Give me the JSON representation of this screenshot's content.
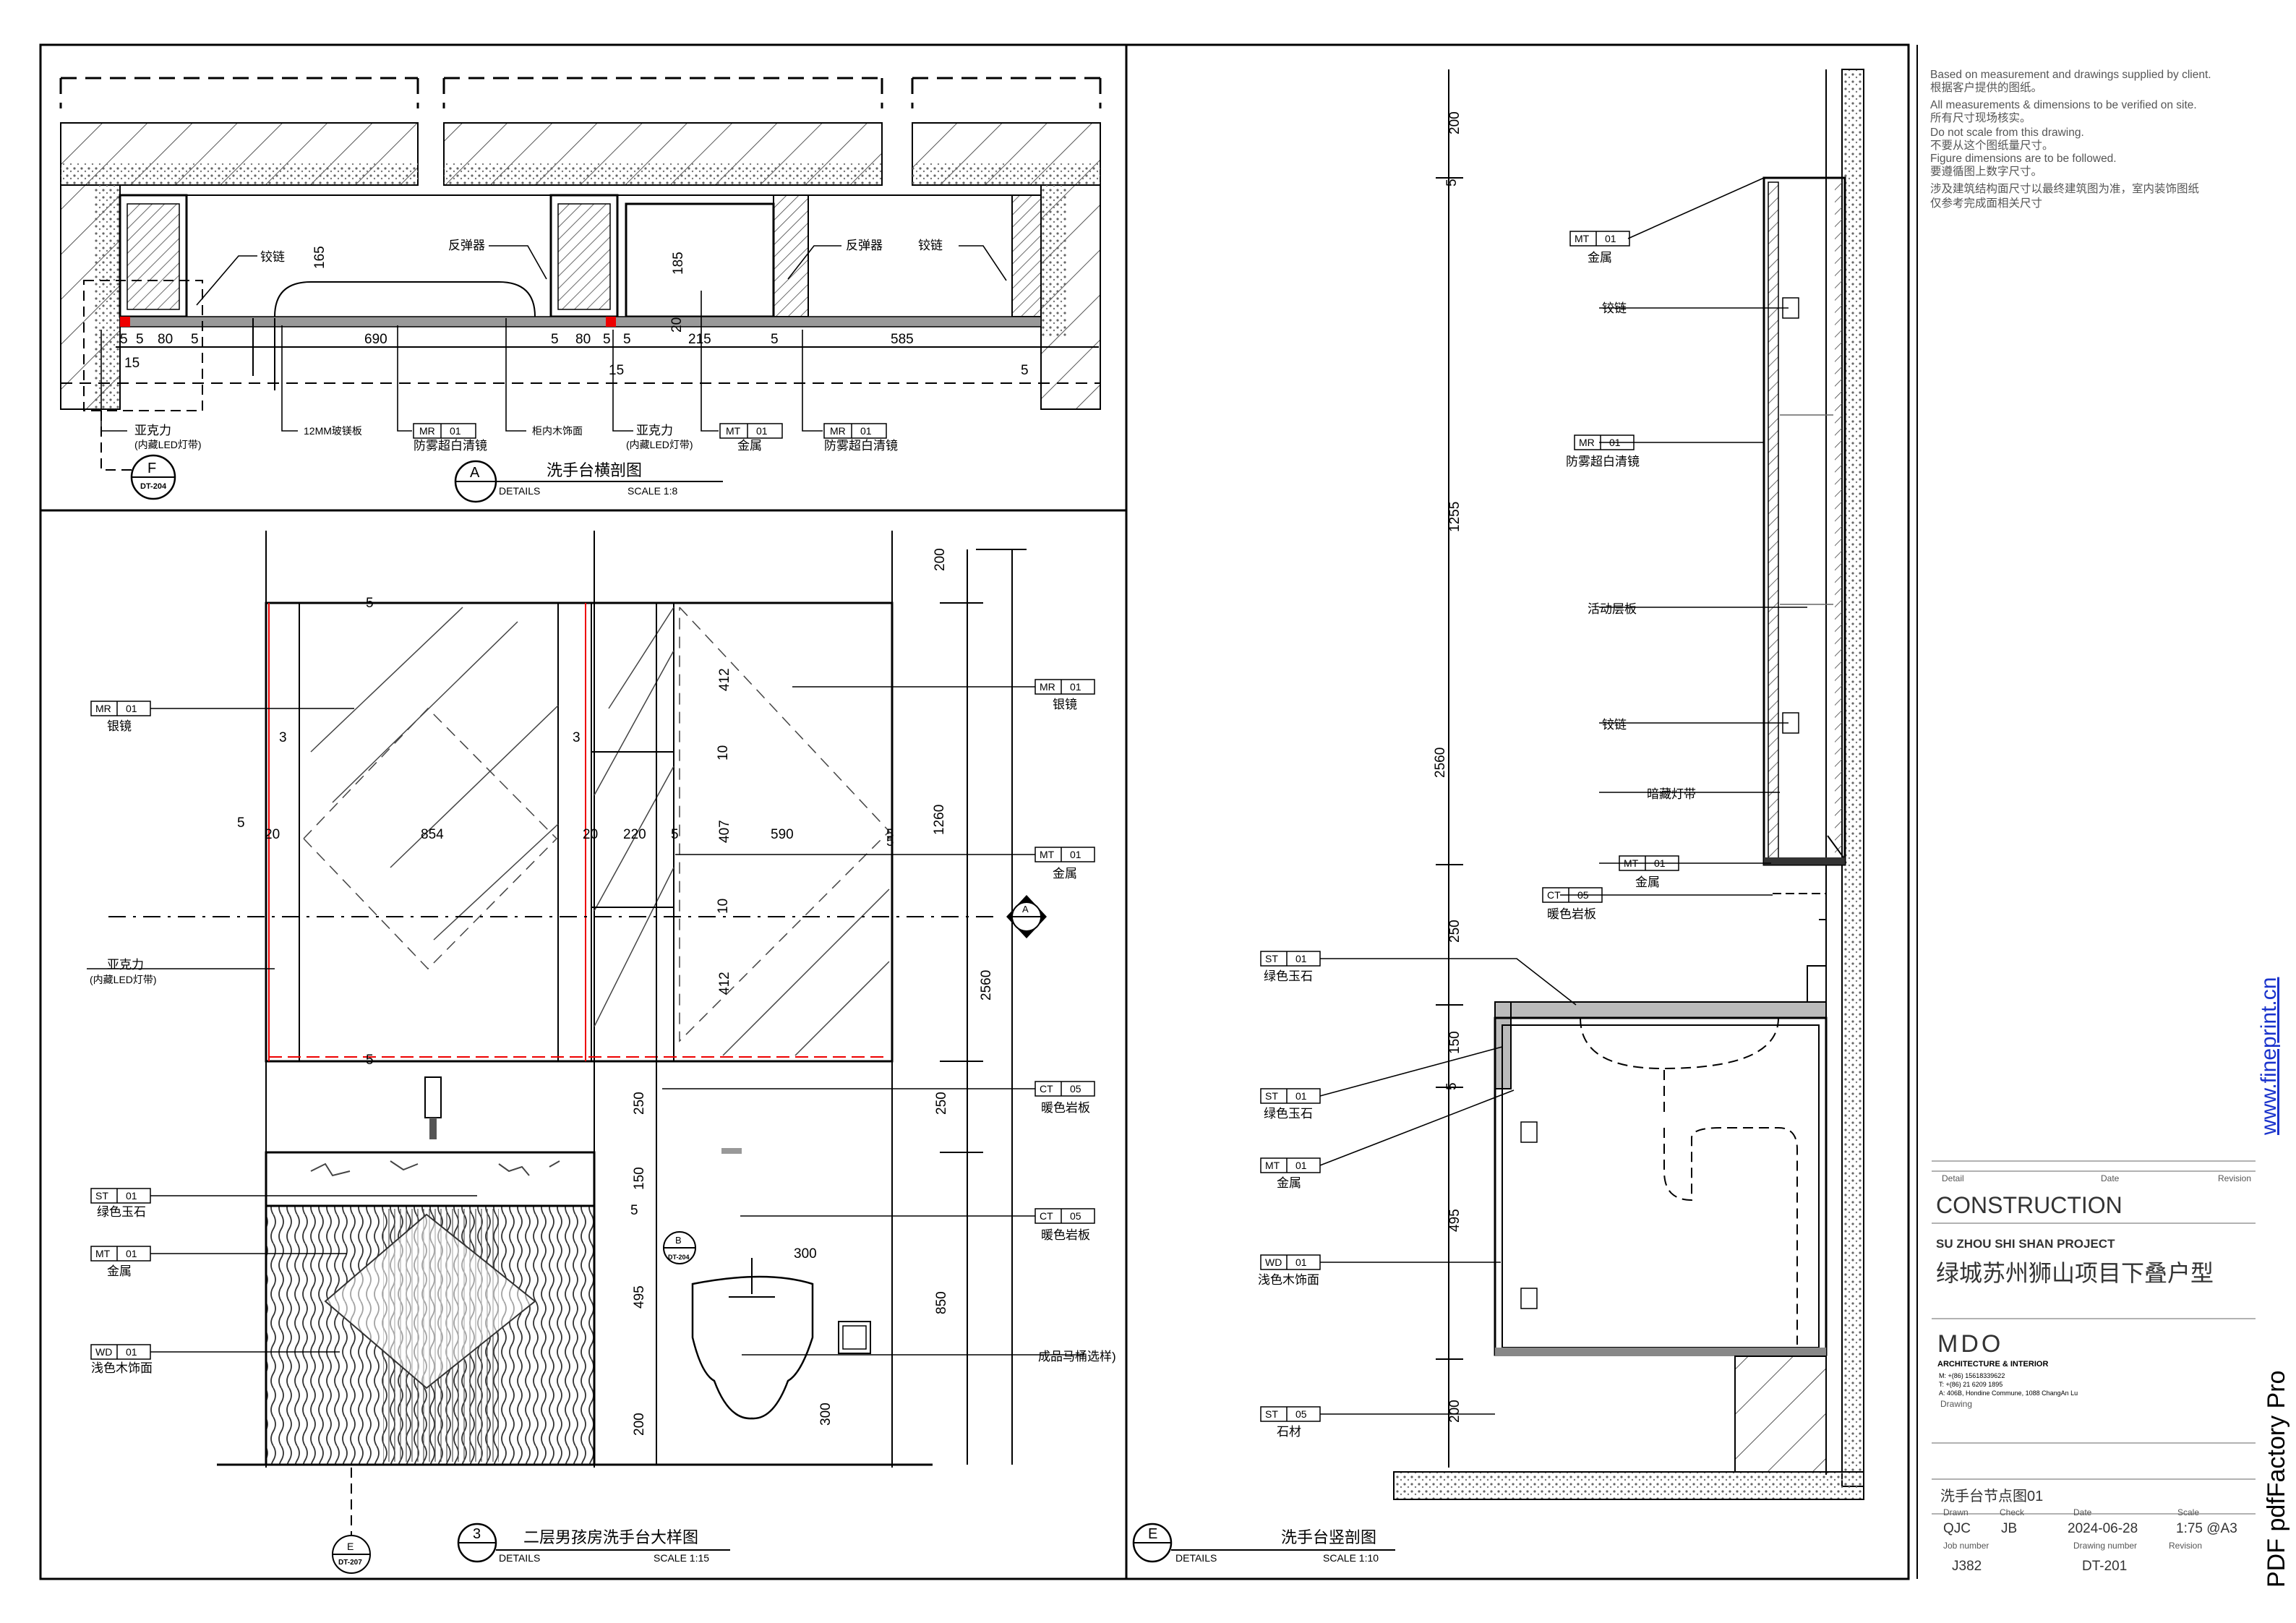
{
  "notes": [
    "Based on measurement and drawings supplied by client.",
    "根据客户提供的图纸。",
    "All measurements & dimensions to be verified on site.",
    "所有尺寸现场核实。",
    "Do not scale from this drawing.",
    "不要从这个图纸量尺寸。",
    "Figure dimensions are to be followed.",
    "要遵循图上数字尺寸。",
    "涉及建筑结构面尺寸以最终建筑图为准，室内装饰图纸",
    "仅参考完成面相关尺寸"
  ],
  "views": {
    "A": {
      "number": "A",
      "title": "洗手台横剖图",
      "sub": "DETAILS",
      "scale": "SCALE  1:8",
      "dims": [
        "5",
        "5",
        "80",
        "5",
        "15",
        "690",
        "5",
        "80",
        "5",
        "5",
        "20",
        "215",
        "5",
        "585",
        "5",
        "165",
        "185",
        "15"
      ],
      "labels": [
        "铰链",
        "反弹器",
        "反弹器",
        "铰链",
        "亚克力",
        "(内藏LED灯带)",
        "12MM玻镁板",
        "柜内木饰面",
        "亚克力",
        "(内藏LED灯带)",
        "金属",
        "防雾超白清镜",
        "防雾超白清镜"
      ],
      "tags": [
        "MR",
        "01",
        "MT",
        "01",
        "MR",
        "01"
      ],
      "callout_letter": "F",
      "callout_ref": "DT-204"
    },
    "three": {
      "number": "3",
      "title": "二层男孩房洗手台大样图",
      "sub": "DETAILS",
      "scale": "SCALE  1:15",
      "dims": [
        "200",
        "1260",
        "2560",
        "250",
        "250",
        "850",
        "150",
        "495",
        "200",
        "412",
        "10",
        "407",
        "10",
        "412",
        "854",
        "20",
        "20",
        "220",
        "5",
        "590",
        "5",
        "3",
        "3",
        "5",
        "300",
        "300",
        "5",
        "5",
        "5",
        "5"
      ],
      "labels": [
        "银镜",
        "亚克力",
        "(内藏LED灯带)",
        "绿色玉石",
        "金属",
        "浅色木饰面",
        "银镜",
        "金属",
        "暖色岩板",
        "暖色岩板",
        "成品马桶选样)"
      ],
      "tags": [
        "MR",
        "01",
        "ST",
        "01",
        "MT",
        "01",
        "WD",
        "01",
        "MR",
        "01",
        "MT",
        "01",
        "CT",
        "05",
        "CT",
        "05"
      ],
      "callout_a": "A",
      "callout_e": "E",
      "callout_e_ref": "DT-207",
      "callout_b": "B",
      "callout_b_ref": "DT-204"
    },
    "E": {
      "number": "E",
      "title": "洗手台竖剖图",
      "sub": "DETAILS",
      "scale": "SCALE  1:10",
      "dims": [
        "200",
        "5",
        "1255",
        "2560",
        "250",
        "150",
        "5",
        "495",
        "200"
      ],
      "labels": [
        "金属",
        "铰链",
        "防雾超白清镜",
        "活动层板",
        "铰链",
        "暗藏灯带",
        "金属",
        "暖色岩板",
        "绿色玉石",
        "绿色玉石",
        "金属",
        "浅色木饰面",
        "石材"
      ],
      "tags": [
        "MT",
        "01",
        "MR",
        "01",
        "MT",
        "01",
        "CT",
        "05",
        "ST",
        "01",
        "ST",
        "01",
        "MT",
        "01",
        "WD",
        "01",
        "ST",
        "05"
      ]
    }
  },
  "title_block": {
    "rev_headers": [
      "Detail",
      "Date",
      "Revision"
    ],
    "status": "CONSTRUCTION",
    "project_en": "SU ZHOU SHI SHAN PROJECT",
    "project_cn": "绿城苏州狮山项目下叠户型",
    "company": "MDO",
    "company_sub": "ARCHITECTURE & INTERIOR",
    "contact_m": "M:  +(86) 15618339622",
    "contact_t": "T:  +(86) 21 6209 1895",
    "contact_a": "A:  406B, Hondine Commune, 1088 ChangAn Lu",
    "drawing_label": "Drawing",
    "drawing_name": "洗手台节点图01",
    "drawn_label": "Drawn",
    "drawn": "QJC",
    "check_label": "Check",
    "check": "JB",
    "date_label": "Date",
    "date": "2024-06-28",
    "scale_label": "Scale",
    "scale": "1:75 @A3",
    "job_label": "Job number",
    "job": "J382",
    "dwg_label": "Drawing number",
    "dwg": "DT-201",
    "revision_label": "Revision"
  },
  "watermark": {
    "url": "www.fineprint.cn",
    "product": "PDF   pdfFactory Pro"
  }
}
